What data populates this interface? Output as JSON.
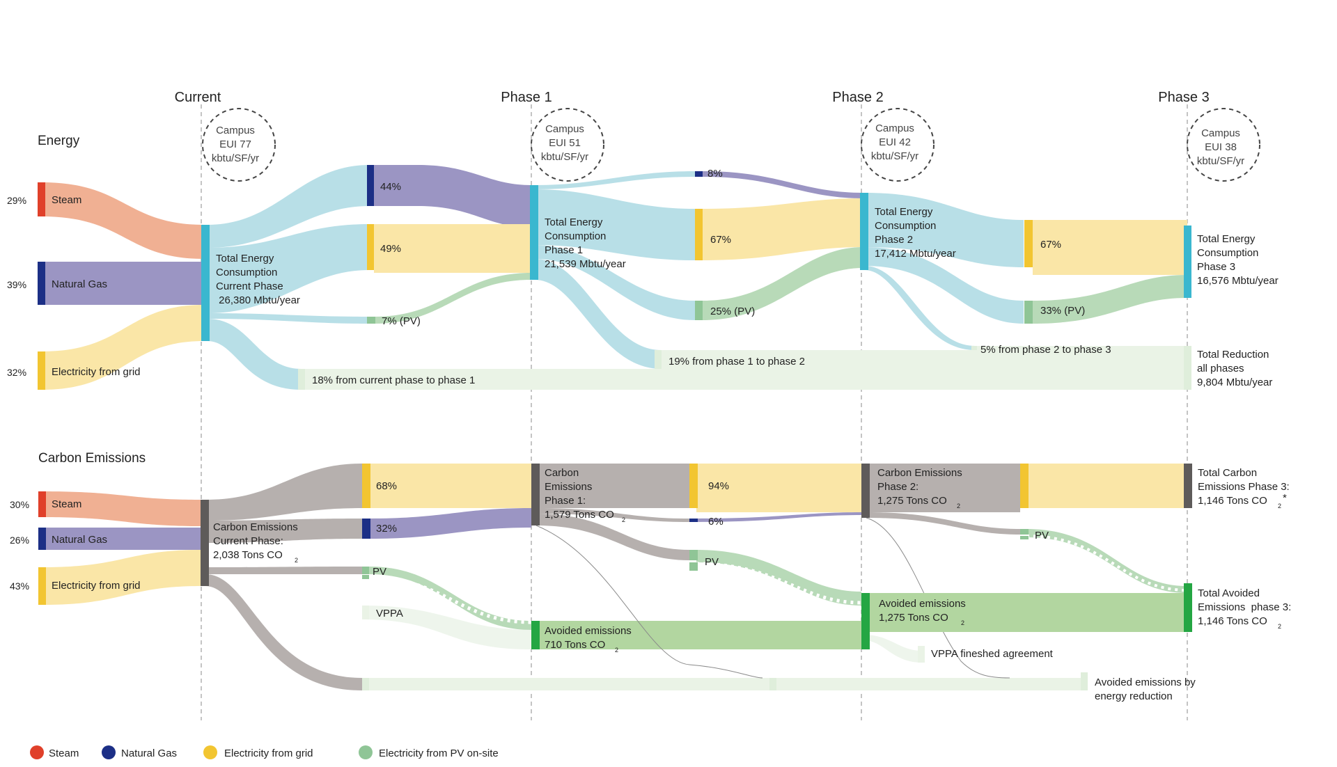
{
  "phases": [
    "Current",
    "Phase 1",
    "Phase 2",
    "Phase 3"
  ],
  "eui_circles": [
    {
      "line1": "Campus",
      "line2": "EUI 77",
      "line3": "kbtu/SF/yr"
    },
    {
      "line1": "Campus",
      "line2": "EUI 51",
      "line3": "kbtu/SF/yr"
    },
    {
      "line1": "Campus",
      "line2": "EUI 42",
      "line3": "kbtu/SF/yr"
    },
    {
      "line1": "Campus",
      "line2": "EUI 38",
      "line3": "kbtu/SF/yr"
    }
  ],
  "energy": {
    "title": "Energy",
    "sources": [
      {
        "label": "Steam",
        "pct": "29%"
      },
      {
        "label": "Natural Gas",
        "pct": "39%"
      },
      {
        "label": "Electricity from grid",
        "pct": "32%"
      }
    ],
    "totals": [
      {
        "lines": [
          "Total Energy",
          "Consumption",
          "Current Phase",
          " 26,380 Mbtu/year"
        ]
      },
      {
        "lines": [
          "Total Energy",
          "Consumption",
          "Phase 1",
          "21,539 Mbtu/year"
        ]
      },
      {
        "lines": [
          "Total Energy",
          "Consumption",
          "Phase 2",
          "17,412 Mbtu/year"
        ]
      },
      {
        "lines": [
          "Total Energy",
          "Consumption",
          "Phase 3",
          "16,576 Mbtu/year"
        ]
      }
    ],
    "flows": {
      "p1_gas": "44%",
      "p1_grid": "49%",
      "p1_pv": "7% (PV)",
      "p2_gas": "8%",
      "p2_grid": "67%",
      "p2_pv": "25% (PV)",
      "p3_grid": "67%",
      "p3_pv": "33% (PV)"
    },
    "reductions": [
      "18% from current phase to phase 1",
      "19% from phase 1 to phase 2",
      "5% from phase 2 to phase 3"
    ],
    "total_reduction": [
      "Total Reduction",
      "all phases",
      "9,804 Mbtu/year"
    ]
  },
  "carbon": {
    "title": "Carbon Emissions",
    "sources": [
      {
        "label": "Steam",
        "pct": "30%"
      },
      {
        "label": "Natural Gas",
        "pct": "26%"
      },
      {
        "label": "Electricity from grid",
        "pct": "43%"
      }
    ],
    "totals": [
      {
        "lines": [
          "Carbon Emissions",
          "Current Phase:",
          "2,038 Tons CO"
        ],
        "sub": "2"
      },
      {
        "lines": [
          "Carbon",
          "Emissions",
          "Phase 1:",
          "1,579 Tons CO"
        ],
        "sub": "2"
      },
      {
        "lines": [
          "Carbon Emissions",
          "Phase 2:",
          "1,275 Tons CO"
        ],
        "sub": "2"
      },
      {
        "lines": [
          "Total Carbon",
          "Emissions Phase 3:",
          "1,146 Tons CO"
        ],
        "sub": "2",
        "suffix": "*"
      }
    ],
    "flows": {
      "p1_grid": "68%",
      "p1_gas": "32%",
      "p1_pv": "PV",
      "p1_vppa": "VPPA",
      "p2_grid": "94%",
      "p2_gas": "6%",
      "p2_pv": "PV",
      "p3_pv": "PV"
    },
    "avoided": [
      {
        "lines": [
          "Avoided emissions",
          "710 Tons CO"
        ],
        "sub": "2"
      },
      {
        "lines": [
          "Avoided emissions",
          "1,275 Tons CO"
        ],
        "sub": "2"
      },
      {
        "lines": [
          "Total Avoided",
          "Emissions  phase 3:",
          "1,146 Tons CO"
        ],
        "sub": "2"
      }
    ],
    "vppa_finished": "VPPA fineshed agreement",
    "avoided_reduction": [
      "Avoided emissions by",
      "energy reduction"
    ]
  },
  "legend": [
    {
      "label": "Steam",
      "color": "#e0402a"
    },
    {
      "label": "Natural Gas",
      "color": "#1c2f86"
    },
    {
      "label": "Electricity from grid",
      "color": "#f2c531"
    },
    {
      "label": "Electricity from PV on-site",
      "color": "#8fc596"
    }
  ],
  "colors": {
    "steam_flow": "#f0b093",
    "gas_flow": "#9b95c3",
    "grid_flow": "#fae6a7",
    "energy_total_flow": "#b8dfe7",
    "energy_total_node": "#3ab7cf",
    "pv_flow": "#b8dab8",
    "pv_node": "#8fc596",
    "carbon_flow": "#b6b0ae",
    "carbon_node": "#5e5b5a",
    "avoided_node": "#24a643",
    "avoided_flow": "#b2d6a0",
    "reduction_flow": "#eaf3e6"
  }
}
